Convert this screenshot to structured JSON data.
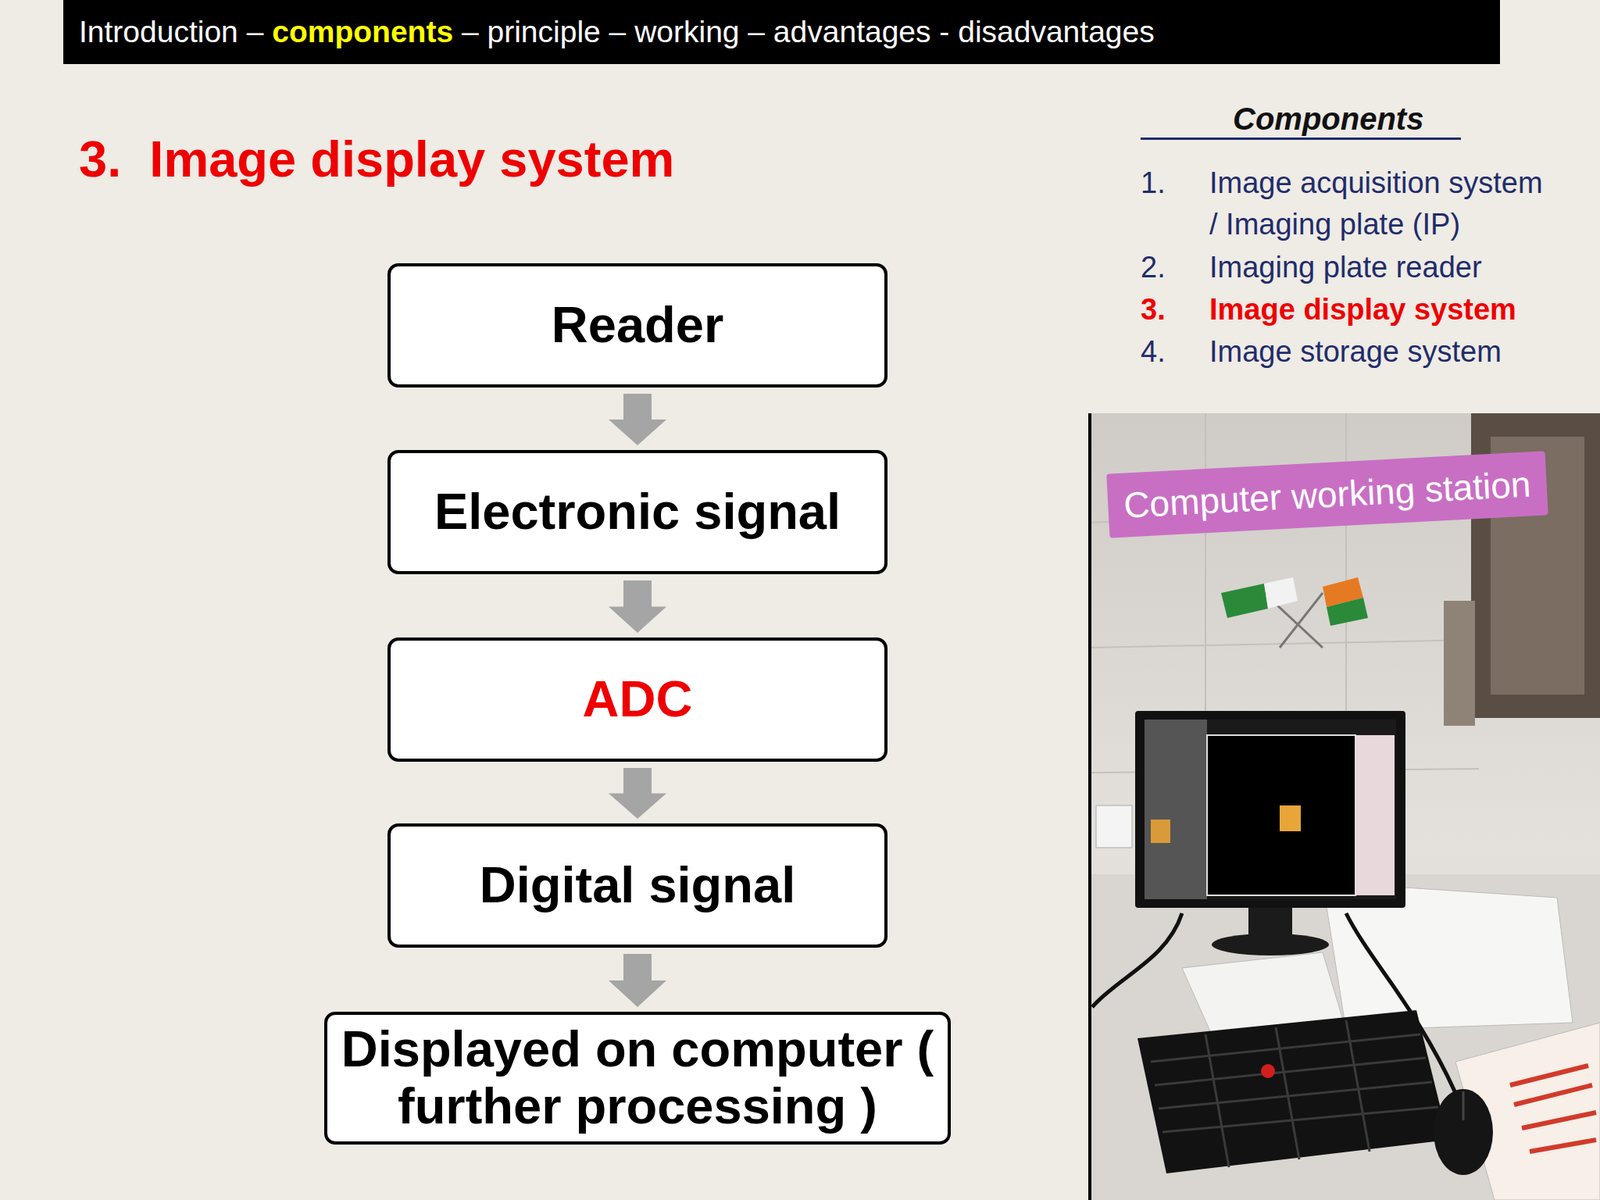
{
  "diagram": {
    "title": "3.  Image display system",
    "nodes": [
      {
        "text": [
          "Reader"
        ]
      },
      {
        "text": [
          "Electronic signal"
        ]
      },
      {
        "text": [
          "ADC"
        ]
      },
      {
        "text": [
          "Digital signal"
        ]
      },
      {
        "text": [
          "Displayed on computer ( further processing )"
        ]
      },
      {
        "text": [
          "Computer working station"
        ]
      }
    ],
    "edges": [
      {
        "from": 0,
        "to": 1,
        "arrow": "to"
      },
      {
        "from": 1,
        "to": 2,
        "arrow": "to"
      },
      {
        "from": 2,
        "to": 3,
        "arrow": "to"
      },
      {
        "from": 3,
        "to": 4,
        "arrow": "to"
      }
    ],
    "labels": [
      "Introduction –",
      "components",
      "– principle – working – advantages - disadvantages",
      "Components",
      "1.",
      "Image acquisition system / Imaging plate (IP)",
      "2.",
      "Imaging plate reader",
      "3.",
      "Image display system",
      "4.",
      "Image storage system"
    ]
  }
}
